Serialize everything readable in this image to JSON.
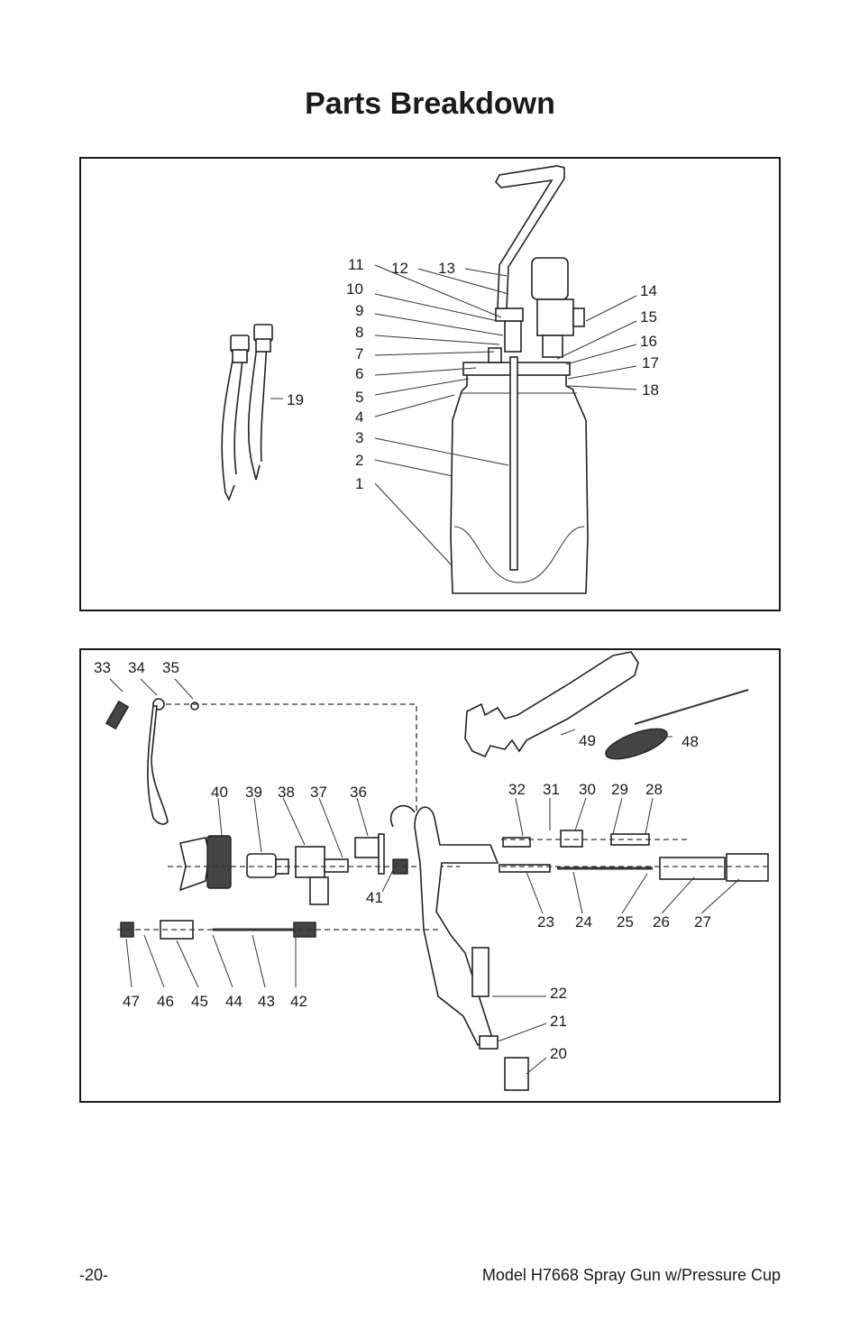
{
  "page_title": "Parts Breakdown",
  "footer": {
    "page_number": "-20-",
    "model": "Model H7668 Spray Gun w/Pressure Cup"
  },
  "cup_diagram": {
    "labels": [
      "1",
      "2",
      "3",
      "4",
      "5",
      "6",
      "7",
      "8",
      "9",
      "10",
      "11",
      "12",
      "13",
      "14",
      "15",
      "16",
      "17",
      "18",
      "19"
    ]
  },
  "gun_diagram": {
    "labels": [
      "20",
      "21",
      "22",
      "23",
      "24",
      "25",
      "26",
      "27",
      "28",
      "29",
      "30",
      "31",
      "32",
      "33",
      "34",
      "35",
      "36",
      "37",
      "38",
      "39",
      "40",
      "41",
      "42",
      "43",
      "44",
      "45",
      "46",
      "47",
      "48",
      "49"
    ]
  }
}
